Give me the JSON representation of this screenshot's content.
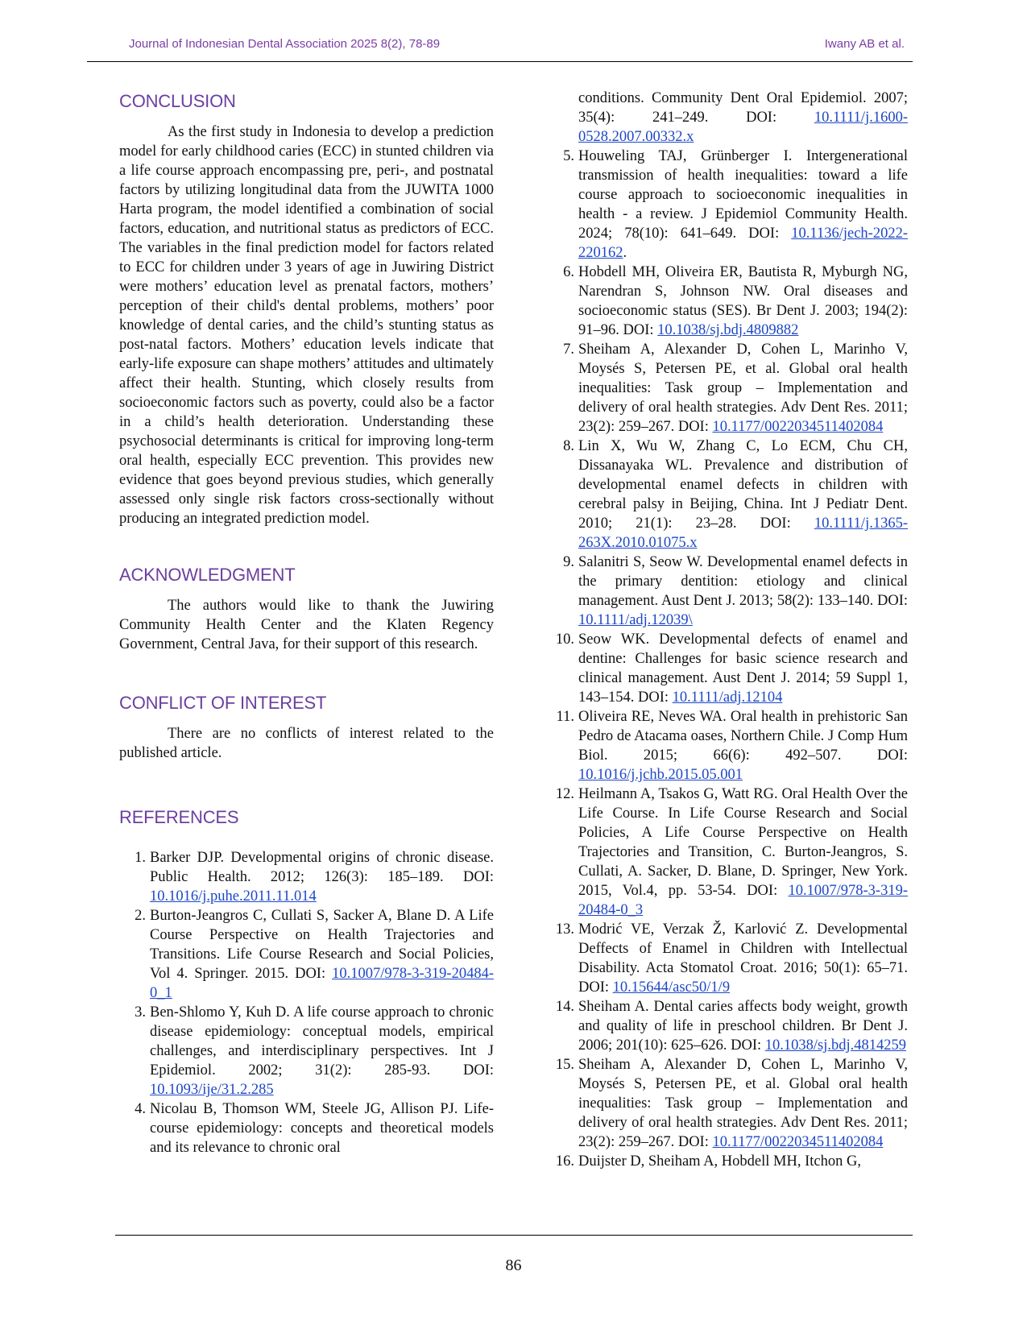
{
  "header": {
    "journal": "Journal of Indonesian Dental Association 2025 8(2), 78-89",
    "author": "Iwany AB et al."
  },
  "conclusion": {
    "heading": "CONCLUSION",
    "text": "As the first study in Indonesia to develop a prediction model for early childhood caries (ECC) in stunted children via a life course approach encompassing pre, peri-, and postnatal factors by utilizing longitudinal data from the JUWITA 1000 Harta program, the model identified a combination of social factors, education, and nutritional status as predictors of ECC. The variables in the final prediction model for factors related to ECC for children under 3 years of age in Juwiring District were mothers’ education level as prenatal factors, mothers’ perception of their child's dental problems, mothers’ poor knowledge of dental caries, and the child’s stunting status as post-natal factors. Mothers’ education levels indicate that early-life exposure can shape mothers’ attitudes and ultimately affect their health. Stunting, which closely results from socioeconomic factors such as poverty, could also be a factor in a child’s health deterioration. Understanding these psychosocial determinants is critical for improving long-term oral health, especially ECC prevention. This provides new evidence that goes beyond previous studies, which generally assessed only single risk factors cross-sectionally without producing an integrated prediction model."
  },
  "acknowledgment": {
    "heading": "ACKNOWLEDGMENT",
    "text": "The authors would like to thank the Juwiring Community Health Center and the Klaten Regency Government, Central Java, for their support of this research."
  },
  "conflict": {
    "heading": "CONFLICT OF INTEREST",
    "text": "There are no conflicts of interest related to the published article."
  },
  "references": {
    "heading": "REFERENCES",
    "left": [
      {
        "num": "1.",
        "text": "Barker DJP. Developmental origins of chronic disease. Public Health. 2012; 126(3): 185–189. DOI: ",
        "doi": "10.1016/j.puhe.2011.11.014",
        "after": ""
      },
      {
        "num": "2.",
        "text": "Burton-Jeangros C, Cullati S, Sacker A, Blane D. A Life Course Perspective on Health Trajectories and Transitions. Life Course Research and Social Policies, Vol 4. Springer. 2015. DOI: ",
        "doi": "10.1007/978-3-319-20484-0_1",
        "after": ""
      },
      {
        "num": "3.",
        "text": "Ben-Shlomo Y, Kuh D. A life course approach to chronic disease epidemiology: conceptual models, empirical challenges, and interdisciplinary perspectives. Int J Epidemiol. 2002; 31(2): 285-93. DOI: ",
        "doi": "10.1093/ije/31.2.285",
        "after": ""
      },
      {
        "num": "4.",
        "text": "Nicolau B, Thomson WM, Steele JG, Allison PJ. Life-course epidemiology: concepts and theoretical models and its relevance to chronic oral",
        "doi": "",
        "after": ""
      }
    ],
    "continuation": {
      "text": "conditions. Community Dent Oral Epidemiol. 2007; 35(4): 241–249. DOI: ",
      "doi": "10.1111/j.1600-0528.2007.00332.x"
    },
    "right": [
      {
        "num": "5.",
        "text": "Houweling TAJ, Grünberger I. Intergenerational transmission of health inequalities: toward a life course approach to socioeconomic inequalities in health - a review. J Epidemiol Community Health. 2024; 78(10): 641–649. DOI: ",
        "doi": "10.1136/jech-2022-220162",
        "after": "."
      },
      {
        "num": "6.",
        "text": "Hobdell MH, Oliveira ER, Bautista R, Myburgh NG, Narendran S, Johnson NW. Oral diseases and socioeconomic status (SES). Br Dent J. 2003; 194(2): 91–96. DOI: ",
        "doi": "10.1038/sj.bdj.4809882",
        "after": ""
      },
      {
        "num": "7.",
        "text": "Sheiham A, Alexander D, Cohen L, Marinho V, Moysés S, Petersen PE, et al. Global oral health inequalities: Task group – Implementation and delivery of oral health strategies. Adv Dent Res. 2011; 23(2): 259–267. DOI: ",
        "doi": "10.1177/0022034511402084",
        "after": ""
      },
      {
        "num": "8.",
        "text": "Lin X, Wu W, Zhang C, Lo ECM, Chu CH, Dissanayaka WL. Prevalence and distribution of developmental enamel defects in children with cerebral palsy in Beijing, China. Int J Pediatr Dent. 2010; 21(1): 23–28. DOI: ",
        "doi": "10.1111/j.1365-263X.2010.01075.x",
        "after": ""
      },
      {
        "num": "9.",
        "text": "Salanitri S, Seow W. Developmental enamel defects in the primary dentition: etiology and clinical management. Aust Dent J. 2013; 58(2): 133–140. DOI: ",
        "doi": "10.1111/adj.12039\\",
        "after": ""
      },
      {
        "num": "10.",
        "text": "Seow WK. Developmental defects of enamel and dentine: Challenges for basic science research and clinical management. Aust Dent J. 2014; 59 Suppl 1, 143–154. DOI: ",
        "doi": "10.1111/adj.12104",
        "after": ""
      },
      {
        "num": "11.",
        "text": "Oliveira RE, Neves WA. Oral health in prehistoric San Pedro de Atacama oases, Northern Chile. J Comp Hum Biol. 2015; 66(6): 492–507. DOI: ",
        "doi": "10.1016/j.jchb.2015.05.001",
        "after": ""
      },
      {
        "num": "12.",
        "text": "Heilmann A, Tsakos G, Watt RG. Oral Health Over the Life Course. In Life Course Research and Social Policies, A Life Course Perspective on Health Trajectories and Transition, C. Burton-Jeangros, S. Cullati, A. Sacker, D. Blane, D. Springer, New York. 2015, Vol.4, pp. 53-54. DOI: ",
        "doi": "10.1007/978-3-319-20484-0_3",
        "after": ""
      },
      {
        "num": "13.",
        "text": "Modrić VE, Verzak Ž, Karlović Z. Developmental Deffects of Enamel in Children with Intellectual Disability. Acta Stomatol Croat. 2016; 50(1): 65–71. DOI: ",
        "doi": "10.15644/asc50/1/9",
        "after": ""
      },
      {
        "num": "14.",
        "text": "Sheiham A. Dental caries affects body weight, growth and quality of life in preschool children. Br Dent J. 2006; 201(10): 625–626. DOI: ",
        "doi": "10.1038/sj.bdj.4814259",
        "after": ""
      },
      {
        "num": "15.",
        "text": "Sheiham A, Alexander D, Cohen L, Marinho V, Moysés S, Petersen PE, et al. Global oral health inequalities: Task group – Implementation and delivery of oral health strategies. Adv Dent Res. 2011; 23(2): 259–267. DOI: ",
        "doi": "10.1177/0022034511402084",
        "after": ""
      },
      {
        "num": "16.",
        "text": "Duijster D, Sheiham A, Hobdell MH, Itchon G,",
        "doi": "",
        "after": ""
      }
    ]
  },
  "footer": {
    "page_number": "86"
  }
}
